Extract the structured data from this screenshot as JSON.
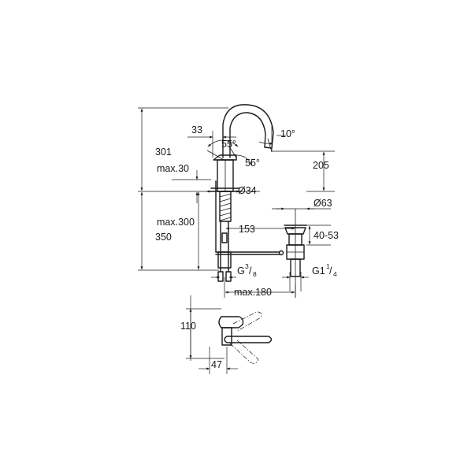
{
  "dimensions": {
    "d33": "33",
    "angle_55_top": "55°",
    "angle_55_right": "55°",
    "angle_10": "10°",
    "d301": "301",
    "d205": "205",
    "max30": "max.30",
    "dia34": "Ø34",
    "dia63": "Ø63",
    "max300": "max.300",
    "d153": "153",
    "d350": "350",
    "d40_53": "40-53",
    "g38_main": "G",
    "g38_num": "3",
    "g38_den": "8",
    "g114_main": "G1",
    "g114_num": "1",
    "g114_den": "4",
    "max180": "max.180",
    "d110": "110",
    "d47": "47"
  },
  "colors": {
    "line": "#1a1a1a",
    "background": "#ffffff"
  }
}
